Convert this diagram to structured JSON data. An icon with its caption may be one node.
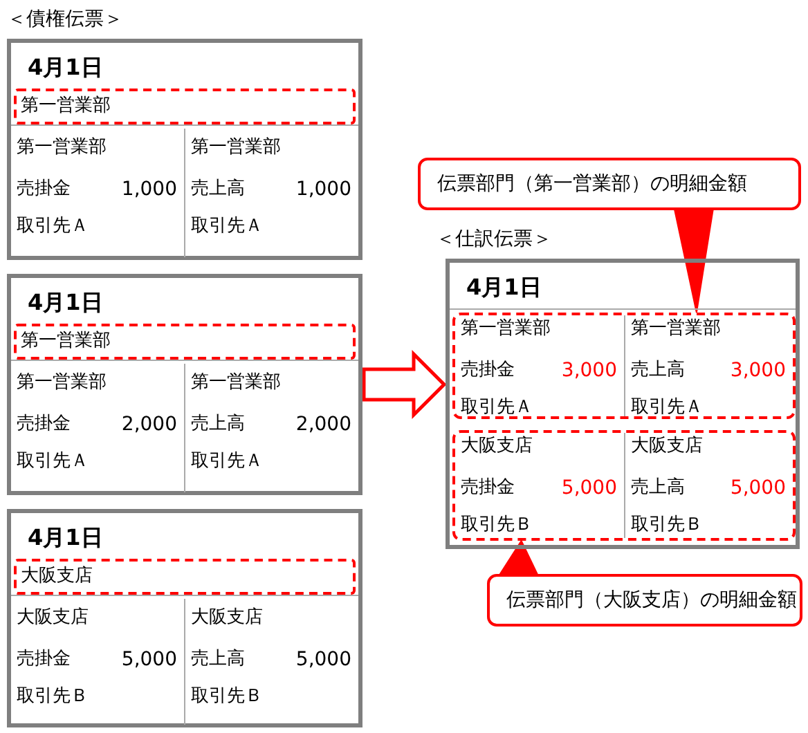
{
  "diagram": {
    "nodes": [
      {
        "text": [
          "4月1日"
        ]
      },
      {
        "text": [
          "第一営業部"
        ],
        "in": 0
      },
      {
        "text": [
          "第一営業部",
          "売掛金",
          "1,000",
          "取引先Ａ"
        ],
        "in": 0
      },
      {
        "text": [
          "第一営業部",
          "売上高",
          "1,000",
          "取引先Ａ"
        ],
        "in": 0
      },
      {
        "text": [
          "4月1日"
        ]
      },
      {
        "text": [
          "第一営業部"
        ],
        "in": 4
      },
      {
        "text": [
          "第一営業部",
          "売掛金",
          "2,000",
          "取引先Ａ"
        ],
        "in": 4
      },
      {
        "text": [
          "第一営業部",
          "売上高",
          "2,000",
          "取引先Ａ"
        ],
        "in": 4
      },
      {
        "text": [
          "4月1日"
        ]
      },
      {
        "text": [
          "大阪支店"
        ],
        "in": 8
      },
      {
        "text": [
          "大阪支店",
          "売掛金",
          "5,000",
          "取引先Ｂ"
        ],
        "in": 8
      },
      {
        "text": [
          "大阪支店",
          "売上高",
          "5,000",
          "取引先Ｂ"
        ],
        "in": 8
      },
      {
        "text": [
          "4月1日"
        ]
      },
      {
        "text": [],
        "shape": "box",
        "in": 12
      },
      {
        "text": [
          "第一営業部",
          "売掛金",
          "3,000",
          "取引先Ａ"
        ],
        "in": 13
      },
      {
        "text": [
          "第一営業部",
          "売上高",
          "3,000",
          "取引先Ａ"
        ],
        "in": 13
      },
      {
        "text": [],
        "shape": "box",
        "in": 12
      },
      {
        "text": [
          "大阪支店",
          "売掛金",
          "5,000",
          "取引先Ｂ"
        ],
        "in": 16
      },
      {
        "text": [
          "大阪支店",
          "売上高",
          "5,000",
          "取引先Ｂ"
        ],
        "in": 16
      },
      {
        "text": [
          "伝票部門（第一営業部）の明細金額"
        ]
      },
      {
        "text": [
          "伝票部門（大阪支店）の明細金額"
        ]
      }
    ],
    "edges": [
      {
        "from": 4,
        "to": 12,
        "arrow": "to"
      },
      {
        "from": 19,
        "to": 13,
        "arrow": "to"
      },
      {
        "from": 20,
        "to": 16,
        "arrow": "to"
      }
    ],
    "labels": [
      "＜債権伝票＞",
      "＜仕訳伝票＞"
    ]
  }
}
